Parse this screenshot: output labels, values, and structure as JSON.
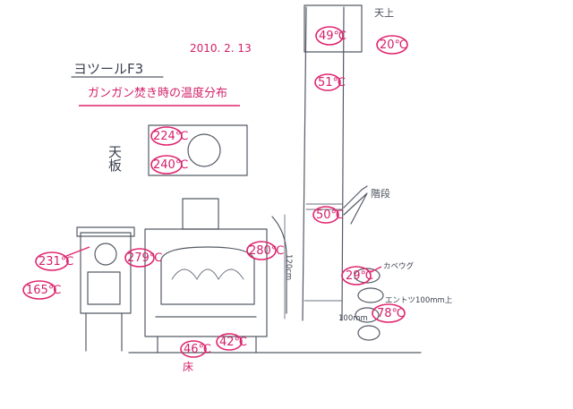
{
  "header": {
    "date": "2010. 2. 13",
    "model": "ヨツールF3",
    "subtitle": "ガンガン焚き時の温度分布"
  },
  "labels": {
    "top_plate": "天板",
    "ceiling": "天上",
    "stairs": "階段",
    "floor": "床",
    "wall": "カベウグ",
    "height_chimney": "120cm",
    "offset_100": "100mm",
    "offset_note": "エントツ100mm上"
  },
  "readings": {
    "chimney_top": "49℃",
    "ceiling": "20℃",
    "chimney_upper": "51℃",
    "top_plate_1": "224℃",
    "top_plate_2": "240℃",
    "chimney_mid": "50℃",
    "left_unit_upper": "231℃",
    "left_unit_lower": "165℃",
    "stove_left": "279℃",
    "stove_right": "280℃",
    "wall": "29℃",
    "pipe_offset": "78℃",
    "floor_near": "46℃",
    "stove_base": "42℃"
  },
  "colors": {
    "annotation": "#e0246e",
    "pencil": "#555a66"
  }
}
